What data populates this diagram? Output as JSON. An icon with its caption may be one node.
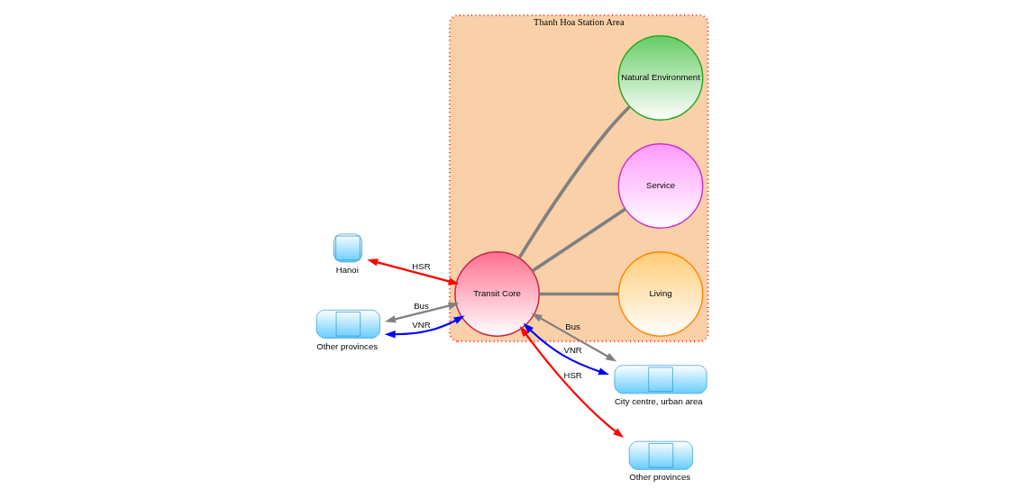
{
  "diagram": {
    "nodes": [
      {
        "text": [
          "Hanoi"
        ]
      },
      {
        "text": [
          "Thanh Hoa Station Area"
        ]
      },
      {
        "text": [
          "Living"
        ],
        "in": 1
      },
      {
        "text": [
          "Other provinces"
        ]
      },
      {
        "text": [
          "Transit Core"
        ],
        "in": 1
      },
      {
        "text": [
          "City centre, urban area"
        ]
      },
      {
        "text": [
          "Service"
        ],
        "in": 1
      },
      {
        "text": [
          "Natural Environment"
        ],
        "in": 1
      },
      {
        "text": [
          "Other provinces"
        ]
      }
    ],
    "edges": [
      {
        "from": 0,
        "to": 4,
        "arrow": "both",
        "label": "HSR",
        "color": "#ff0000"
      },
      {
        "from": 3,
        "to": 4,
        "arrow": "both",
        "label": "Bus"
      },
      {
        "from": 3,
        "to": 4,
        "arrow": "both",
        "label": "VNR",
        "color": "#0000ff"
      },
      {
        "from": 4,
        "to": 5,
        "arrow": "both",
        "label": "Bus"
      },
      {
        "from": 4,
        "to": 5,
        "arrow": "both",
        "label": "VNR",
        "color": "#0000ff"
      },
      {
        "from": 4,
        "to": 2,
        "arrow": "none"
      },
      {
        "from": 4,
        "to": 6,
        "arrow": "none"
      },
      {
        "from": 4,
        "to": 7,
        "arrow": "none"
      },
      {
        "from": 4,
        "to": 8,
        "arrow": "both",
        "label": "HSR",
        "color": "#ff0000"
      }
    ]
  }
}
